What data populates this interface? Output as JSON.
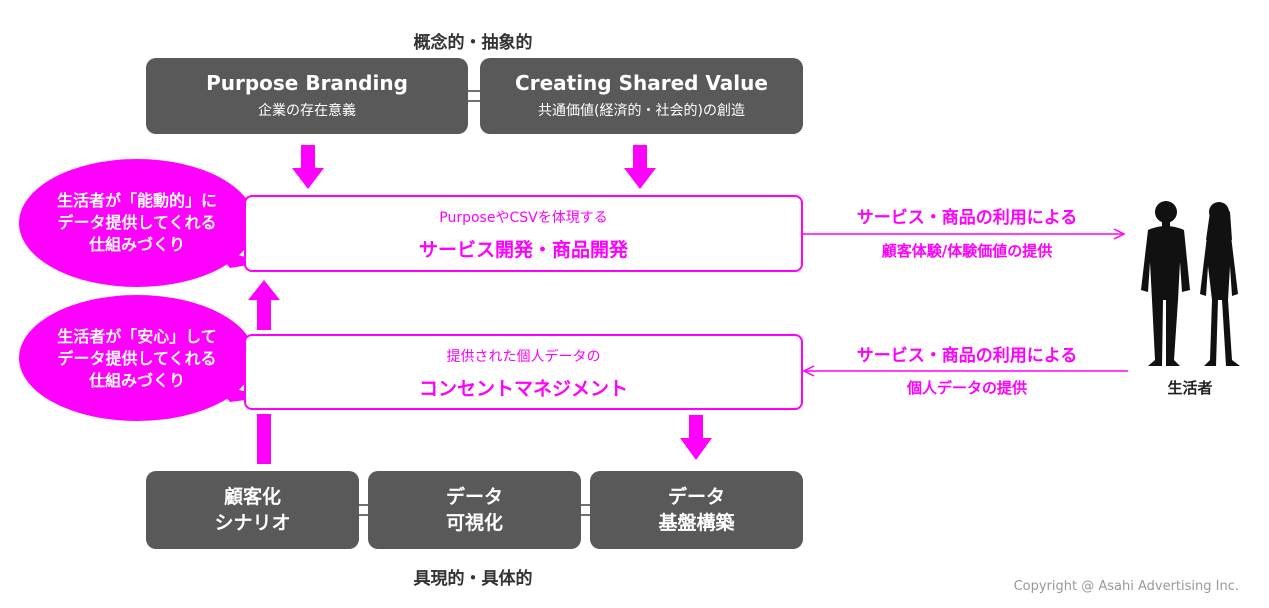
{
  "top_label": "概念的・抽象的",
  "bottom_label": "具現的・具体的",
  "top_boxes": [
    {
      "title": "Purpose Branding",
      "subtitle": "企業の存在意義"
    },
    {
      "title": "Creating Shared Value",
      "subtitle": "共通価値(経済的・社会的)の創造"
    }
  ],
  "service_box": {
    "sub": "PurposeやCSVを体現する",
    "main": "サービス開発・商品開発"
  },
  "consent_box": {
    "sub": "提供された個人データの",
    "main": "コンセントマネジメント"
  },
  "bubbles": [
    {
      "lines": [
        "生活者が「能動的」に",
        "データ提供してくれる",
        "仕組みづくり"
      ]
    },
    {
      "lines": [
        "生活者が「安心」して",
        "データ提供してくれる",
        "仕組みづくり"
      ]
    }
  ],
  "right_top": {
    "line1": "サービス・商品の利用による",
    "line2": "顧客体験/体験価値の提供"
  },
  "right_bottom": {
    "line1": "サービス・商品の利用による",
    "line2": "個人データの提供"
  },
  "person_label": "生活者",
  "bottom_boxes": [
    {
      "line1": "顧客化",
      "line2": "シナリオ"
    },
    {
      "line1": "データ",
      "line2": "可視化"
    },
    {
      "line1": "データ",
      "line2": "基盤構築"
    }
  ],
  "copyright": "Copyright @ Asahi Advertising Inc.",
  "colors": {
    "magenta": "#ff00ff",
    "dark_box": "#595959",
    "text_dark": "#333333"
  }
}
